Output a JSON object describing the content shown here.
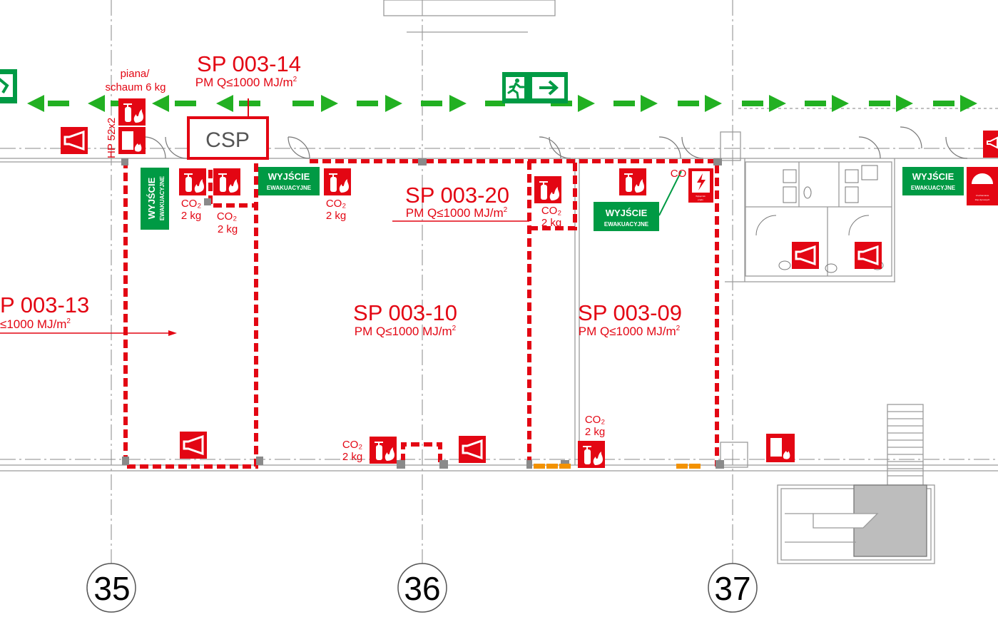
{
  "zones": {
    "z14": {
      "code": "SP 003-14",
      "pm": "PM Q≤1000 MJ/m",
      "sup": "2"
    },
    "z13": {
      "code": "P 003-13",
      "pm": "≤1000 MJ/m",
      "sup": "2"
    },
    "z20": {
      "code": "SP 003-20",
      "pm": "PM Q≤1000 MJ/m",
      "sup": "2"
    },
    "z10": {
      "code": "SP 003-10",
      "pm": "PM Q≤1000 MJ/m",
      "sup": "2"
    },
    "z09": {
      "code": "SP 003-09",
      "pm": "PM Q≤1000 MJ/m",
      "sup": "2"
    }
  },
  "labels": {
    "foam_line1": "piana/",
    "foam_line2": "schaum 6 kg",
    "hydrant": "HP 52x2",
    "csp": "CSP",
    "co2_a": "CO₂",
    "co2_b": "2 kg",
    "co2_clip": "CO",
    "cabinet_1": "Uruchamianie",
    "cabinet_2": "klap dymowych",
    "power_1": "Wyłącznik",
    "power_2": "prądu"
  },
  "exit_sign": {
    "line1": "WYJŚCIE",
    "line2": "EWAKUACYJNE"
  },
  "axes": [
    "35",
    "36",
    "37"
  ],
  "colors": {
    "fire_red": "#e30613",
    "exit_green": "#009a44",
    "route_green": "#22b022",
    "grey": "#8a8a8a",
    "orange": "#f39200"
  },
  "icons": [
    "running-man-icon",
    "arrow-right-icon",
    "extinguisher-icon",
    "fire-flame-icon",
    "horn-icon",
    "fire-alarm-button-icon",
    "electric-bolt-icon",
    "door-swing-icon"
  ]
}
